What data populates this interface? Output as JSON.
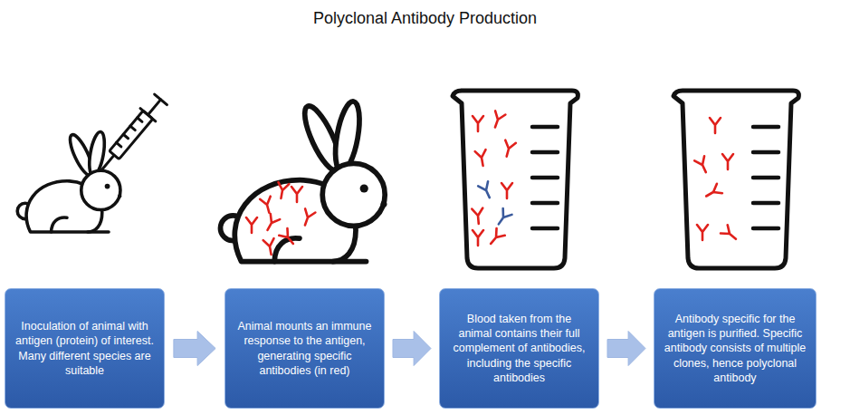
{
  "diagram": {
    "title": "Polyclonal Antibody Production",
    "nodes": [
      {
        "text": [
          "Inoculation of animal with antigen (protein) of interest. Many different species are suitable"
        ]
      },
      {
        "text": [
          "Animal mounts an immune response to the antigen, generating specific antibodies (in red)"
        ]
      },
      {
        "text": [
          "Blood taken from the animal contains their full complement of antibodies, including the specific antibodies"
        ]
      },
      {
        "text": [
          "Antibody specific for the antigen is purified. Specific antibody consists of multiple clones, hence polyclonal antibody"
        ]
      }
    ],
    "edges": [
      {
        "from": 0,
        "to": 1,
        "arrow": "to"
      },
      {
        "from": 1,
        "to": 2,
        "arrow": "to"
      },
      {
        "from": 2,
        "to": 3,
        "arrow": "to"
      }
    ]
  }
}
